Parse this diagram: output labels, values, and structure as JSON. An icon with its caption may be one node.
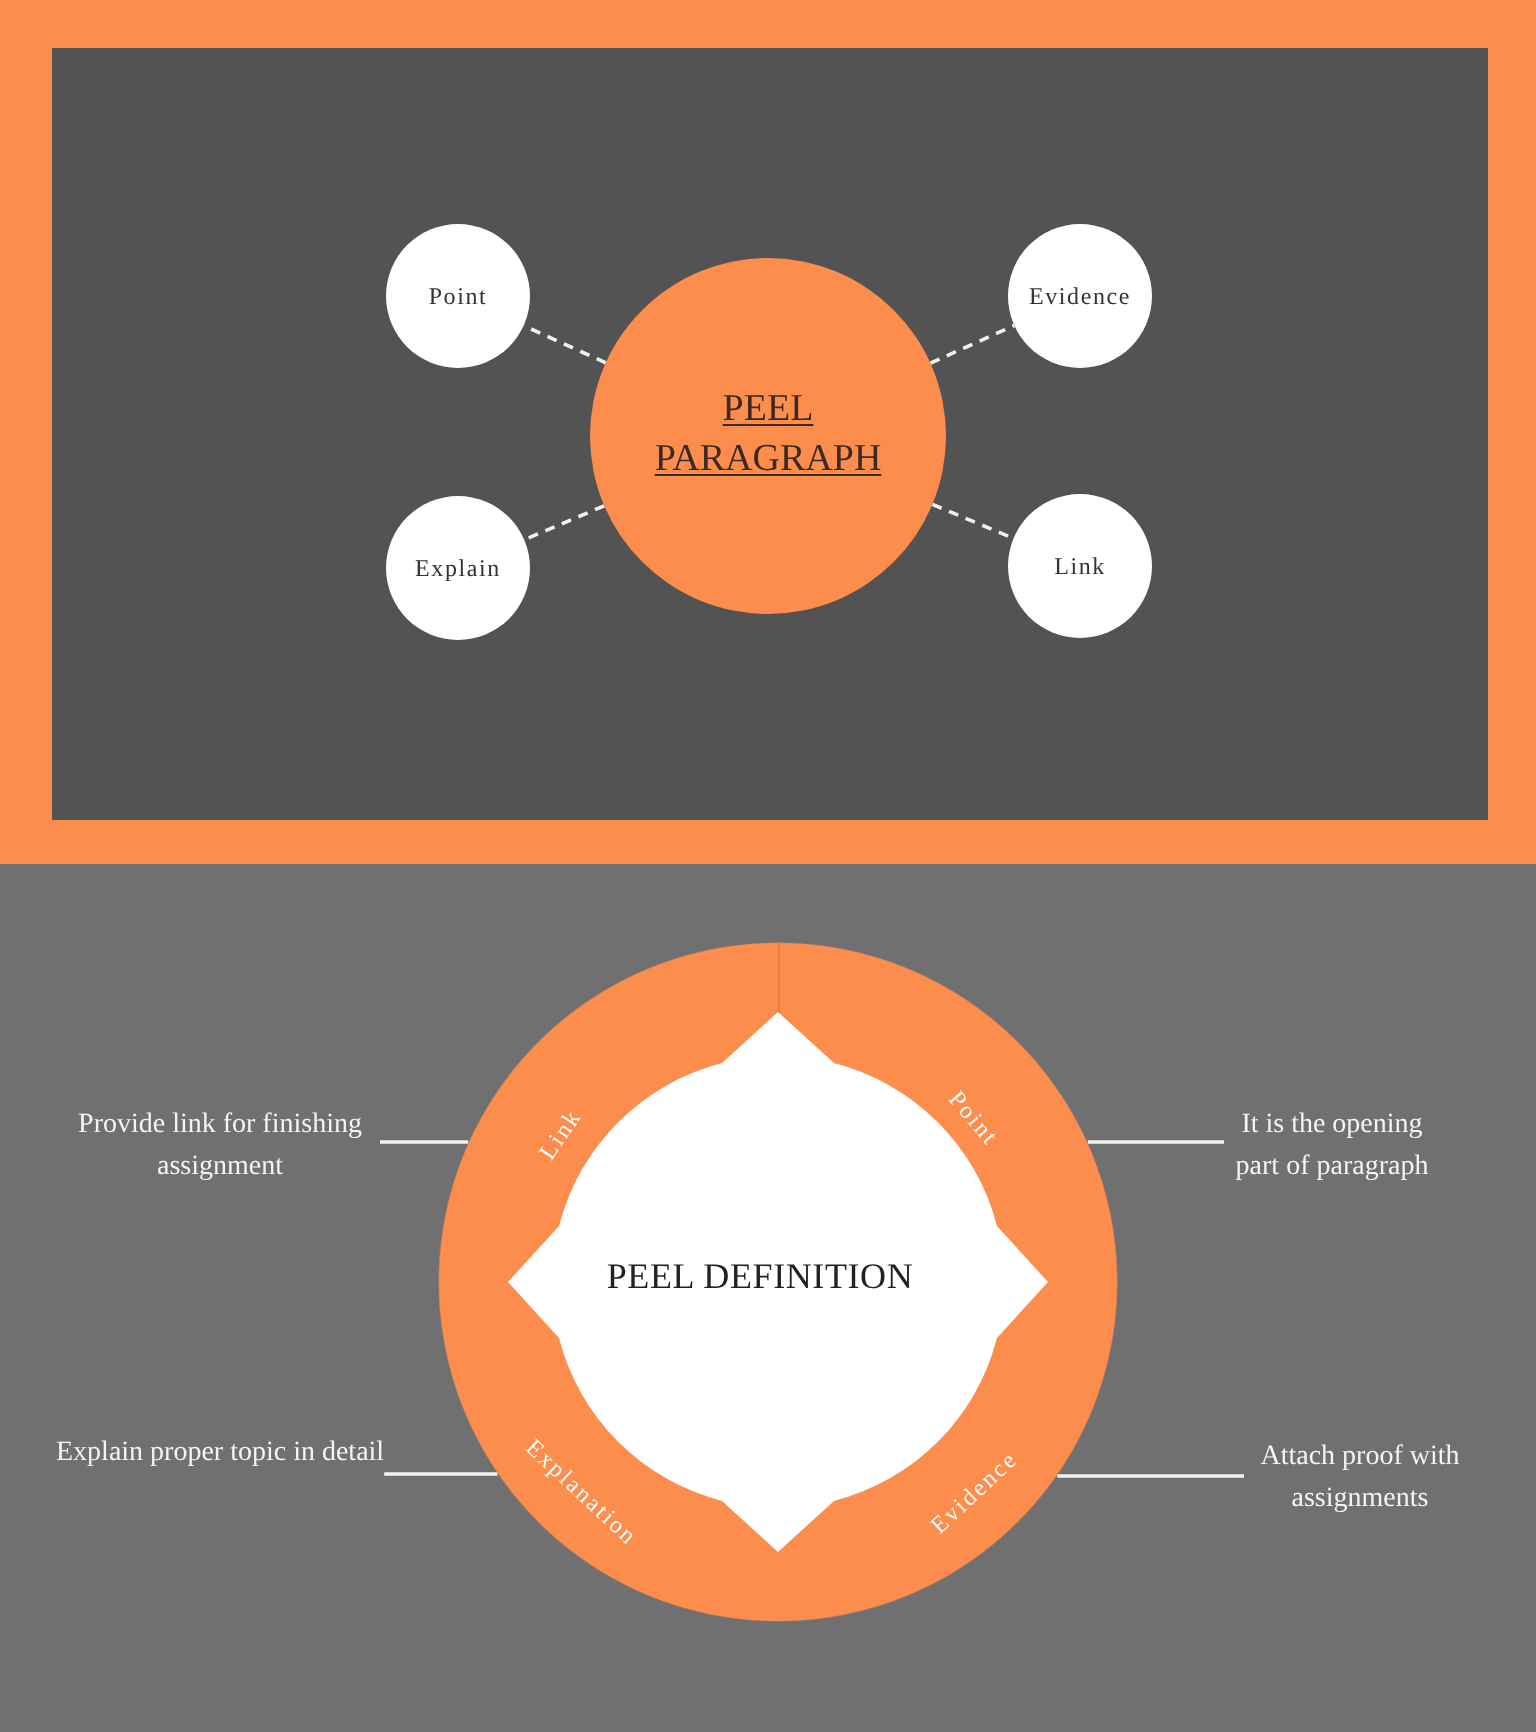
{
  "diagram": {
    "nodes": [
      {
        "text": [
          "PEEL PARAGRAPH"
        ]
      },
      {
        "text": [
          "Point"
        ]
      },
      {
        "text": [
          "Evidence"
        ]
      },
      {
        "text": [
          "Explain"
        ]
      },
      {
        "text": [
          "Link"
        ]
      },
      {
        "text": [
          "Link",
          "Point",
          "PEEL DEFINITION",
          "Explanation",
          "Evidence"
        ]
      },
      {
        "text": [
          "Provide link for finishing assignment"
        ]
      },
      {
        "text": [
          "It is the opening part of paragraph"
        ]
      },
      {
        "text": [
          "Explain proper topic in detail"
        ]
      },
      {
        "text": [
          "Attach proof with assignments"
        ]
      }
    ],
    "edges": [
      {
        "from": 0,
        "to": 1,
        "arrow": "none",
        "style": "dashed"
      },
      {
        "from": 0,
        "to": 2,
        "arrow": "none",
        "style": "dashed"
      },
      {
        "from": 0,
        "to": 3,
        "arrow": "none",
        "style": "dashed"
      },
      {
        "from": 0,
        "to": 4,
        "arrow": "none",
        "style": "dashed"
      },
      {
        "from": 6,
        "to": 5,
        "arrow": "none"
      },
      {
        "from": 7,
        "to": 5,
        "arrow": "none"
      },
      {
        "from": 8,
        "to": 5,
        "arrow": "none"
      },
      {
        "from": 9,
        "to": 5,
        "arrow": "none"
      }
    ]
  }
}
